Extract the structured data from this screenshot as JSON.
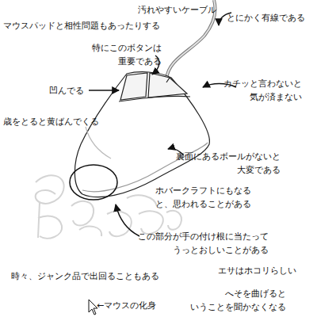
{
  "diagram": {
    "labels": [
      "汚れやすいケーブル",
      "とにかく有線である",
      "マウスパッドと相性問題もあったりする",
      "特にこのボタンは 重要である",
      "凹んでる",
      "カチッと言わないと 気が済まない",
      "歳をとると黄ばんでくる",
      "裏面にあるボールがないと 大変である",
      "ホバークラフトにもなる と、思われることがある",
      "この部分が手の付け根に当たって うっとおしいことがある",
      "時々、ジャンク品で出回ることもある",
      "エサはホコリらしい",
      "へそを曲げると いうことを聞かなくなる",
      "←マウスの化身"
    ]
  }
}
